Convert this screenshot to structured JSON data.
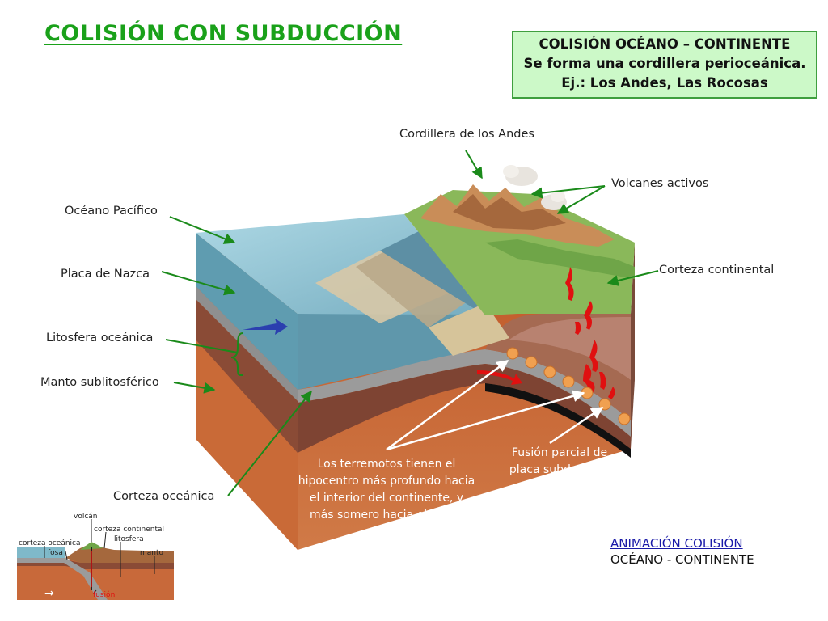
{
  "title": "COLISIÓN CON SUBDUCCIÓN",
  "info_box": {
    "line1": "COLISIÓN OCÉANO – CONTINENTE",
    "line2": "Se forma una cordillera perioceánica.",
    "line3": "Ej.: Los Andes, Las Rocosas"
  },
  "labels": {
    "cordillera": "Cordillera de los Andes",
    "volcanes": "Volcanes activos",
    "oceano": "Océano Pacífico",
    "placa": "Placa de Nazca",
    "corteza_continental": "Corteza continental",
    "litosfera": "Litosfera oceánica",
    "manto": "Manto sublitosférico",
    "corteza_oceanica": "Corteza oceánica",
    "fusion_line1": "Fusión parcial de",
    "fusion_line2": "placa subducente",
    "terremotos_line1": "Los terremotos tienen el",
    "terremotos_line2": "hipocentro más profundo hacia",
    "terremotos_line3": "el interior del continente, y",
    "terremotos_line4": "más somero hacia el borde"
  },
  "thumbnail": {
    "volcan": "volcán",
    "corteza_continental": "corteza continental",
    "corteza_oceanica": "corteza oceánica",
    "litosfera": "litosfera",
    "fosa": "fosa",
    "manto": "manto",
    "fusion": "fusión"
  },
  "link": {
    "label": "ANIMACIÓN COLISIÓN",
    "sublabel": "OCÉANO - CONTINENTE"
  },
  "colors": {
    "title": "#1aa11a",
    "arrows": "#1a8a1a",
    "box_bg": "#ccf9c8",
    "box_border": "#3f9f3f",
    "mantle": "#c8693a",
    "crust": "#9a9a9a",
    "water": "#7fb9c9"
  }
}
